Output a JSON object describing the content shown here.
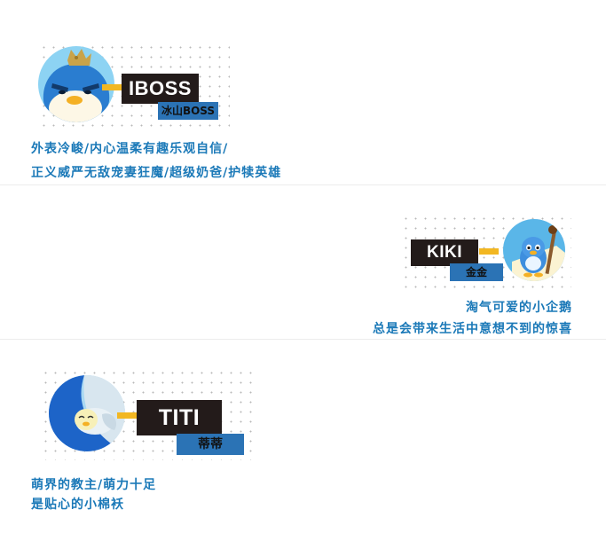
{
  "characters": [
    {
      "name": "IBOSS",
      "subtitle": "冰山BOSS",
      "lines": [
        "外表冷峻/内心温柔有趣乐观自信/",
        "正义威严无敌宠妻狂魔/超级奶爸/护犊英雄"
      ],
      "avatar_icon": "crowned-penguin-icon"
    },
    {
      "name": "KIKI",
      "subtitle": "金金",
      "lines": [
        "淘气可爱的小企鹅",
        "总是会带来生活中意想不到的惊喜"
      ],
      "avatar_icon": "penguin-with-staff-icon"
    },
    {
      "name": "TITI",
      "subtitle": "蒂蒂",
      "lines": [
        "萌界的教主/萌力十足",
        "是贴心的小棉袄"
      ],
      "avatar_icon": "sleeping-penguin-icon"
    }
  ],
  "colors": {
    "name_box": "#231b1a",
    "subtitle_box": "#2b73b5",
    "connector": "#f2b722",
    "text": "#1b79b8"
  }
}
